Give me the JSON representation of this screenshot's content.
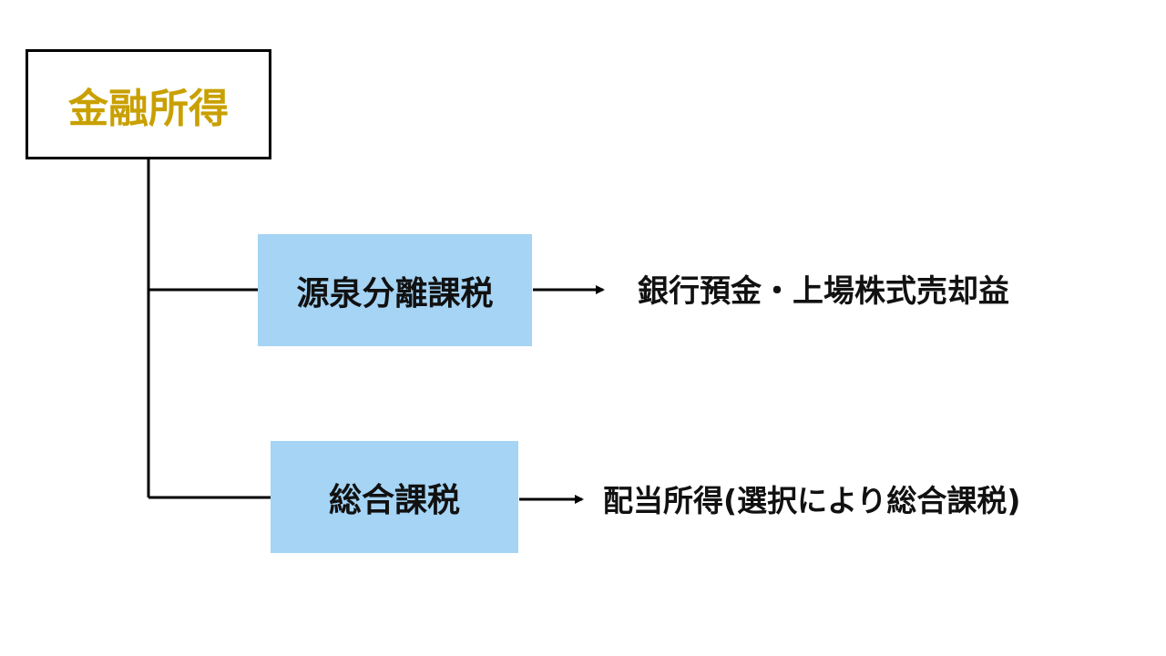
{
  "root": {
    "label": "金融所得",
    "color": "#C9A000"
  },
  "branches": [
    {
      "label": "源泉分離課税",
      "fill": "#A5D4F5",
      "result": "銀行預金・上場株式売却益"
    },
    {
      "label": "総合課税",
      "fill": "#A5D4F5",
      "result": "配当所得(選択により総合課税)"
    }
  ]
}
